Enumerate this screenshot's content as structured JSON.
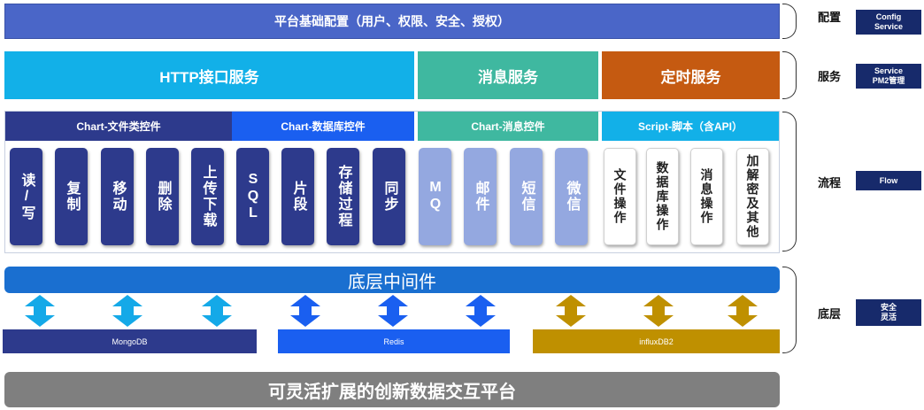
{
  "config_bar": "平台基础配置（用户、权限、安全、授权）",
  "services": [
    {
      "label": "HTTP接口服务",
      "color": "#12b0e8"
    },
    {
      "label": "消息服务",
      "color": "#3fb8a0"
    },
    {
      "label": "定时服务",
      "color": "#c55a11"
    }
  ],
  "flow_categories": [
    {
      "label": "Chart-文件类控件",
      "color": "#2d3a8c"
    },
    {
      "label": "Chart-数据库控件",
      "color": "#1a5ff0"
    },
    {
      "label": "Chart-消息控件",
      "color": "#3fb8a0"
    },
    {
      "label": "Script-脚本（含API）",
      "color": "#12b0e8"
    }
  ],
  "flow_cards": {
    "file": [
      "读/写",
      "复制",
      "移动",
      "删除",
      "上传下载"
    ],
    "db": [
      "SQL",
      "片段",
      "存储过程",
      "同步"
    ],
    "msg": [
      "MQ",
      "邮件",
      "短信",
      "微信"
    ],
    "script": [
      "文件操作",
      "数据库操作",
      "消息操作",
      "加解密及其他"
    ]
  },
  "middleware": "底层中间件",
  "databases": [
    {
      "label": "MongoDB",
      "color": "#2d3a8c",
      "arrow_color": "#14a9e8"
    },
    {
      "label": "Redis",
      "color": "#1a5ff0",
      "arrow_color": "#1a5ff0"
    },
    {
      "label": "influxDB2",
      "color": "#bf9000",
      "arrow_color": "#bf9000"
    }
  ],
  "bottom_bar": "可灵活扩展的创新数据交互平台",
  "layers": [
    {
      "label": "配置",
      "tag_lines": [
        "Config",
        "Service"
      ]
    },
    {
      "label": "服务",
      "tag_lines": [
        "Service",
        "PM2管理"
      ]
    },
    {
      "label": "流程",
      "tag_lines": [
        "Flow"
      ]
    },
    {
      "label": "底层",
      "tag_lines": [
        "安全",
        "灵活"
      ]
    }
  ]
}
